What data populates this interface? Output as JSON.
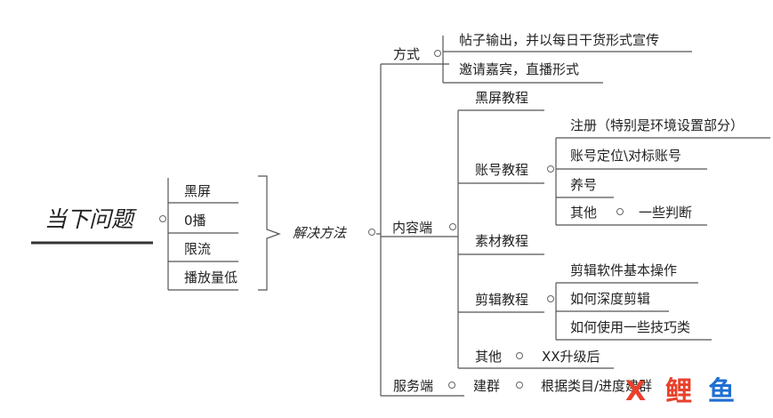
{
  "root": {
    "label": "当下问题"
  },
  "problems": [
    "黑屏",
    "0播",
    "限流",
    "播放量低"
  ],
  "center": {
    "label": "解决方法"
  },
  "branches": {
    "fangshi": {
      "label": "方式",
      "items": [
        "帖子输出，并以每日干货形式宣传",
        "邀请嘉宾，直播形式"
      ]
    },
    "neirong": {
      "label": "内容端",
      "heiping": "黑屏教程",
      "zhanghao": {
        "label": "账号教程",
        "items": [
          "注册（特别是环境设置部分）",
          "账号定位\\对标账号",
          "养号"
        ],
        "qita": {
          "label": "其他",
          "detail": "一些判断"
        }
      },
      "sucai": "素材教程",
      "jianji": {
        "label": "剪辑教程",
        "items": [
          "剪辑软件基本操作",
          "如何深度剪辑",
          "如何使用一些技巧类"
        ]
      },
      "qita": {
        "label": "其他",
        "detail": "XX升级后"
      }
    },
    "fuwu": {
      "label": "服务端",
      "item": "建群",
      "detail": "根据类目/进度建群"
    }
  },
  "watermark": {
    "chars": [
      "X",
      "鲤",
      "鱼"
    ]
  },
  "colors": {
    "line": "#555555",
    "watermark_red": "#e8412c",
    "watermark_blue": "#1f6fd1"
  }
}
